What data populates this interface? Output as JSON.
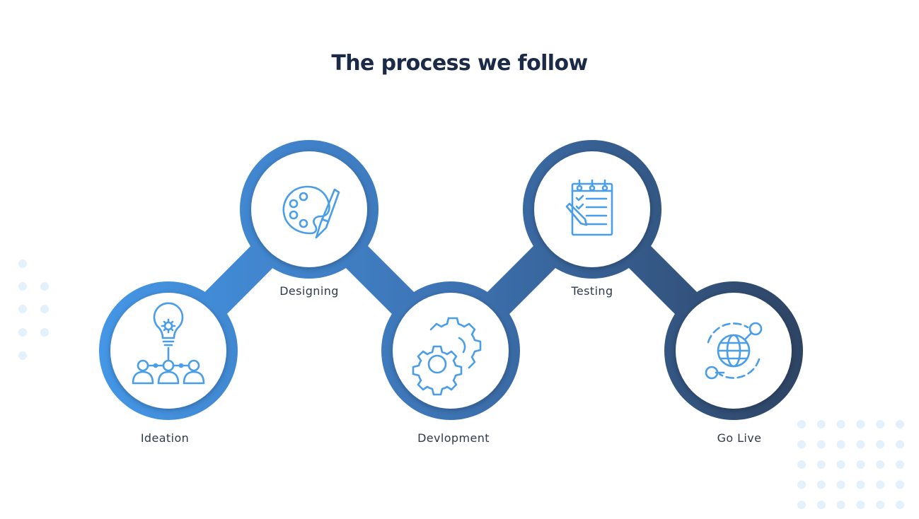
{
  "title": "The process we follow",
  "colors": {
    "title": "#1b2a47",
    "gradient_start": "#4496e6",
    "gradient_end": "#2e4464",
    "icon": "#4a9de8",
    "dots": "#e3f1fc"
  },
  "steps": [
    {
      "label": "Ideation",
      "icon": "idea-team-icon"
    },
    {
      "label": "Designing",
      "icon": "palette-icon"
    },
    {
      "label": "Devlopment",
      "icon": "gears-icon"
    },
    {
      "label": "Testing",
      "icon": "checklist-icon"
    },
    {
      "label": "Go Live",
      "icon": "globe-search-icon"
    }
  ]
}
